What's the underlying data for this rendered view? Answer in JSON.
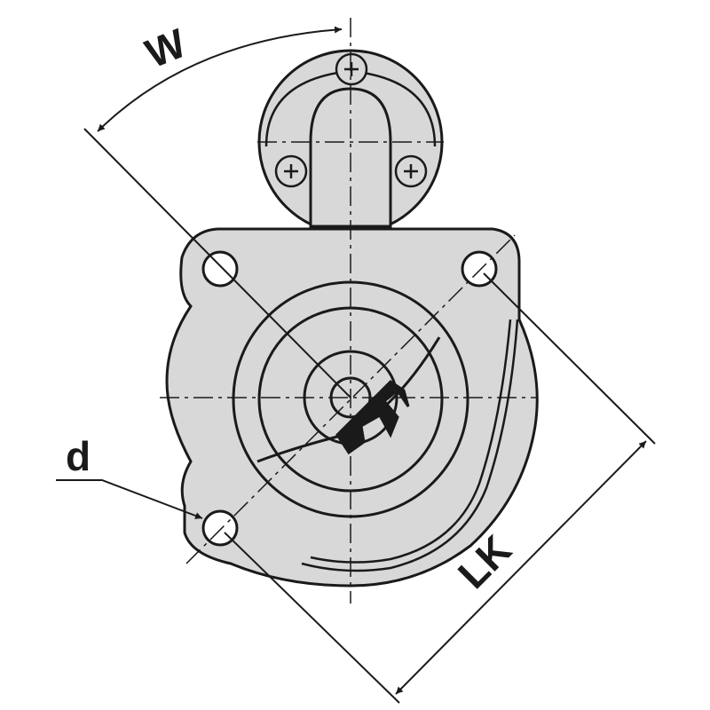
{
  "labels": {
    "angle": "W",
    "hole_diameter": "d",
    "bolt_circle": "LK"
  },
  "colors": {
    "fill": "#d8d8d8",
    "stroke": "#1a1a1a",
    "background": "#ffffff"
  }
}
